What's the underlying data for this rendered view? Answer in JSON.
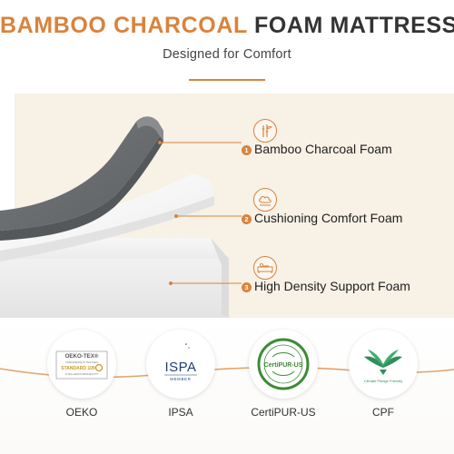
{
  "header": {
    "title_highlight": "BAMBOO CHARCOAL",
    "title_rest": "FOAM MATTRESS",
    "subtitle": "Designed for Comfort"
  },
  "layers": [
    {
      "number": "1",
      "label": "Bamboo Charcoal Foam",
      "icon": "bamboo-icon"
    },
    {
      "number": "2",
      "label": "Cushioning Comfort Foam",
      "icon": "cloud-comfort-icon"
    },
    {
      "number": "3",
      "label": "High Density Support Foam",
      "icon": "support-bed-icon"
    }
  ],
  "certifications": [
    {
      "label": "OEKO",
      "logo_title": "OEKO-TEX®",
      "logo_sub": "CONFIDENCE IN TEXTILES",
      "logo_standard": "STANDARD 100",
      "logo_tiny": "23.HCN.14000 HOHENSTEIN HTTI"
    },
    {
      "label": "IPSA",
      "logo_title": "ISPA",
      "logo_sub": "MEMBER"
    },
    {
      "label": "CertiPUR-US",
      "logo_title": "CertiPUR-US"
    },
    {
      "label": "CPF",
      "logo_title": "Climate Pledge Friendly"
    }
  ],
  "colors": {
    "accent": "#d9833d",
    "charcoal": "#6c6f72",
    "panel": "#f7f1e6",
    "certipur_green": "#3d8b37",
    "ispa_navy": "#1f3d7a"
  }
}
